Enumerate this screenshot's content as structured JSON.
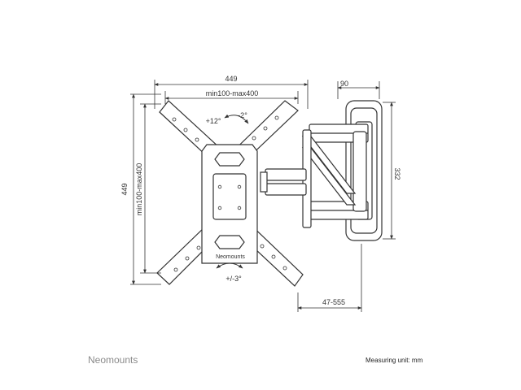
{
  "drawing": {
    "dimensions": {
      "overall_width": "449",
      "vesa_width": "min100-max400",
      "overall_height": "449",
      "vesa_height": "min100-max400",
      "wall_plate_depth": "90",
      "wall_plate_height": "332",
      "arm_extension": "47-555"
    },
    "tilt": {
      "up": "+12°",
      "down": "-2°"
    },
    "swivel": "+/-3°",
    "plate_brand": "Neomounts"
  },
  "footer": {
    "brand": "Neomounts",
    "unit_note": "Measuring unit: mm"
  },
  "colors": {
    "line": "#333333",
    "footer_brand": "#8a8a8a"
  }
}
